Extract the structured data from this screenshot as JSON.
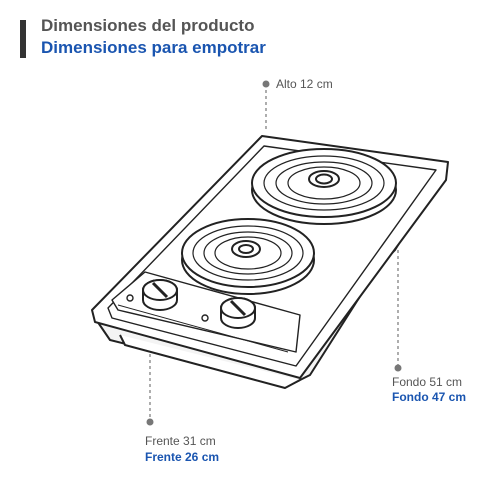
{
  "header": {
    "title": "Dimensiones del producto",
    "subtitle": "Dimensiones para empotrar"
  },
  "dimensions": {
    "alto": "Alto 12 cm",
    "fondo_producto": "Fondo 51 cm",
    "fondo_empotrar": "Fondo 47 cm",
    "frente_producto": "Frente 31 cm",
    "frente_empotrar": "Frente 26 cm"
  },
  "colors": {
    "title_gray": "#555555",
    "accent_blue": "#1a55b0",
    "line_dark": "#222222",
    "leader_gray": "#777777"
  }
}
